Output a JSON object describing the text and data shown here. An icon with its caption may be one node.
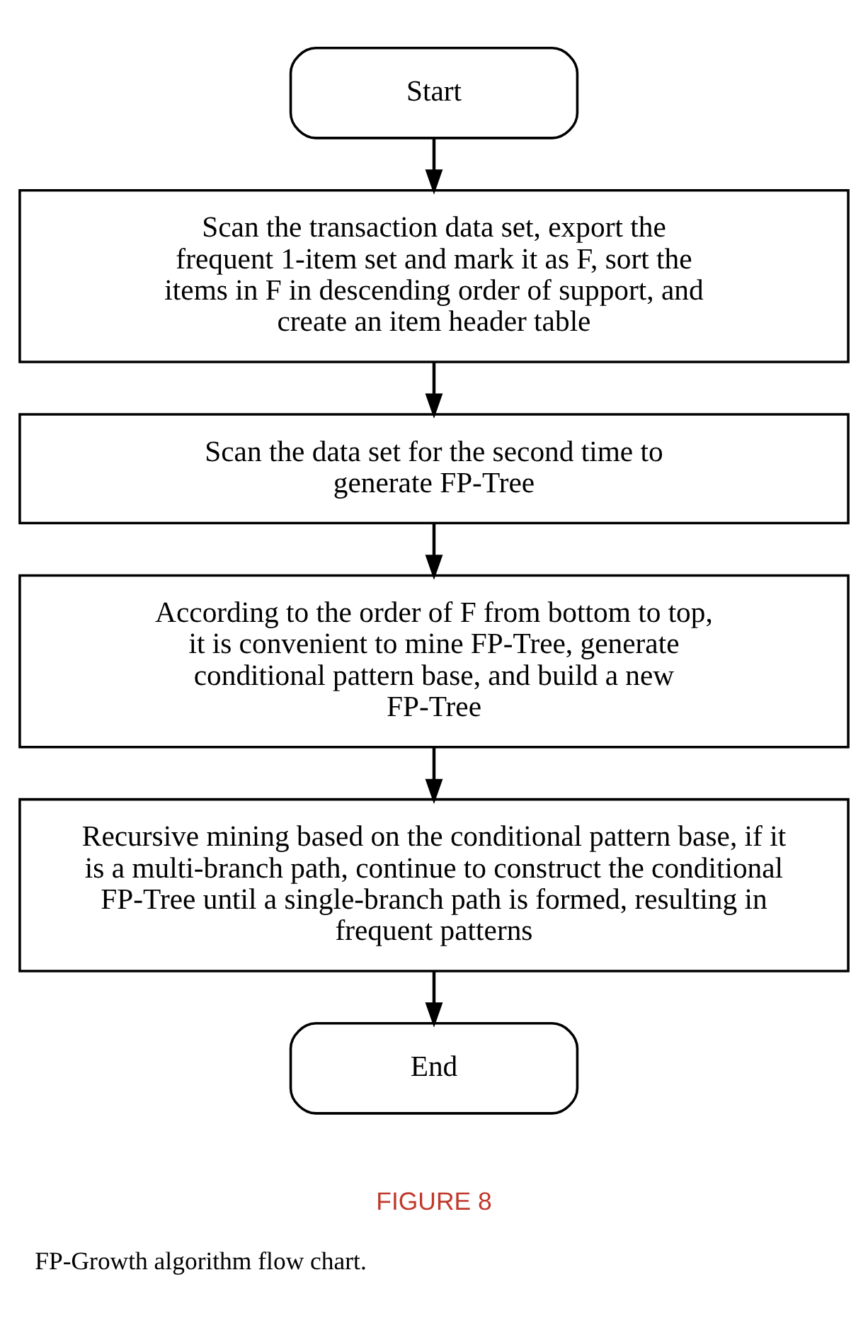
{
  "diagram": {
    "caption": "FP-Growth algorithm flow chart.",
    "nodes": [
      {
        "text": [
          "Start"
        ]
      },
      {
        "text": [
          "Scan the transaction data set, export the frequent 1-item set and mark it as F, sort the items in F in descending order of support, and create an item header table"
        ]
      },
      {
        "text": [
          "Scan the data set for the second time to generate FP-Tree"
        ]
      },
      {
        "text": [
          "According to the order of F from bottom to top, it is convenient to mine FP-Tree, generate conditional pattern base, and build a new FP-Tree"
        ]
      },
      {
        "text": [
          "Recursive mining based on the conditional pattern base, if it is a multi-branch path, continue to construct the conditional FP-Tree until a single-branch path is formed, resulting in frequent patterns"
        ]
      },
      {
        "text": [
          "End"
        ]
      }
    ],
    "edges": [
      {
        "from": 0,
        "to": 1,
        "arrow": "to"
      },
      {
        "from": 1,
        "to": 2,
        "arrow": "to"
      },
      {
        "from": 2,
        "to": 3,
        "arrow": "to"
      },
      {
        "from": 3,
        "to": 4,
        "arrow": "to"
      },
      {
        "from": 4,
        "to": 5,
        "arrow": "to"
      }
    ],
    "labels": [
      "FIGURE 8"
    ]
  }
}
